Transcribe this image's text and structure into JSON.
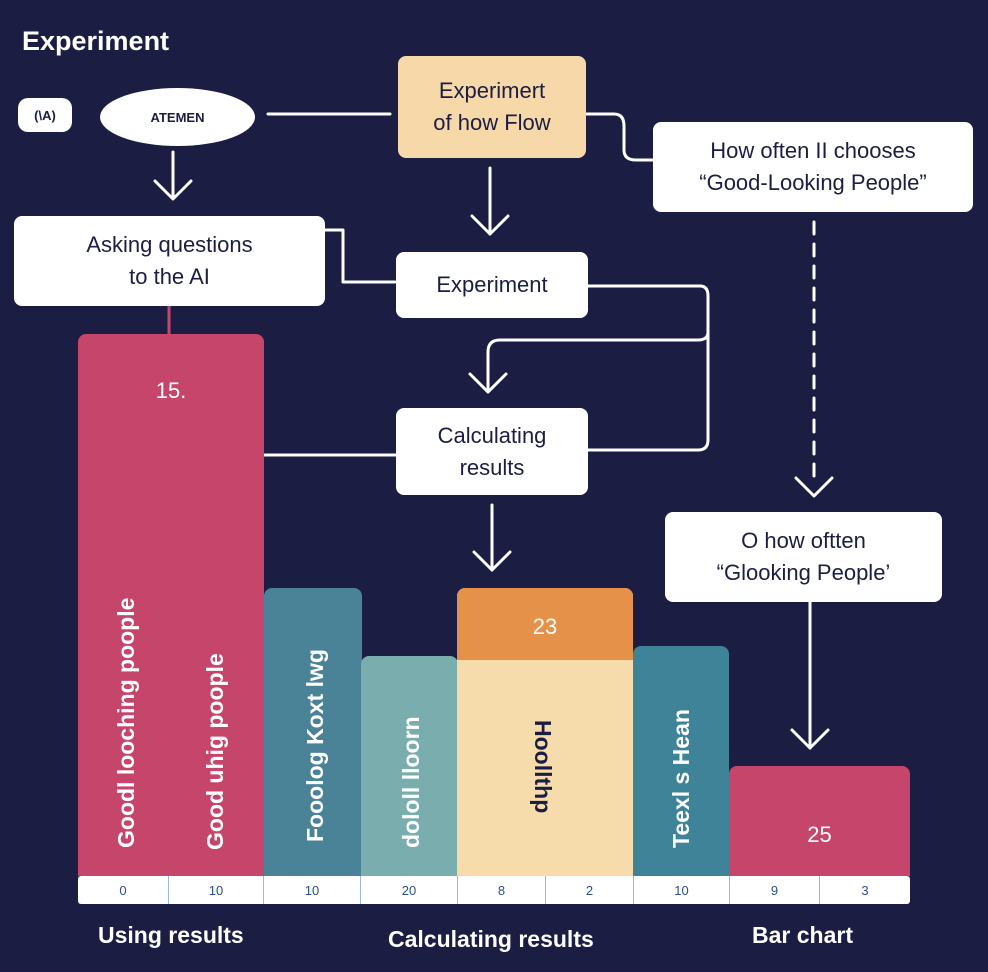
{
  "header": {
    "title": "Experiment"
  },
  "nodes": {
    "ai_tag": "(\\A)",
    "oval": "ATEMEN",
    "experiment_flow": "Experimert\nof how Flow",
    "how_often": "How often II chooses\n“Good-Looking People”",
    "asking": "Asking questions\nto the AI",
    "experiment": "Experiment",
    "calculating": "Calculating\nresults",
    "how_often_2": "O how oftten\n“Glooking People’"
  },
  "chart_data": {
    "type": "bar",
    "bars": [
      {
        "value": "15.",
        "labels": [
          "Goodl looching poople",
          "Good uhig poople"
        ],
        "color": "#c5466a"
      },
      {
        "labels": [
          "Fooolog Koxt lwg"
        ],
        "color": "#4a8298"
      },
      {
        "labels": [
          "dololl lloorn"
        ],
        "color": "#7aaeae"
      },
      {
        "value": "23",
        "labels": [
          "Hoollthp"
        ],
        "color": "#f7dcab",
        "cap_color": "#e5914a"
      },
      {
        "labels": [
          "Teexl s Hean"
        ],
        "color": "#3f8398"
      },
      {
        "value": "25",
        "color": "#c5466a"
      }
    ],
    "ticks": [
      "0",
      "10",
      "10",
      "20",
      "8",
      "2",
      "10",
      "9",
      "3"
    ]
  },
  "footer": {
    "left": "Using results",
    "center": "Calculating results",
    "right": "Bar chart"
  },
  "colors": {
    "background": "#1b1d43",
    "pink": "#c5466a",
    "teal": "#4a8298",
    "orange": "#e5914a",
    "tan": "#f7d9a9"
  }
}
